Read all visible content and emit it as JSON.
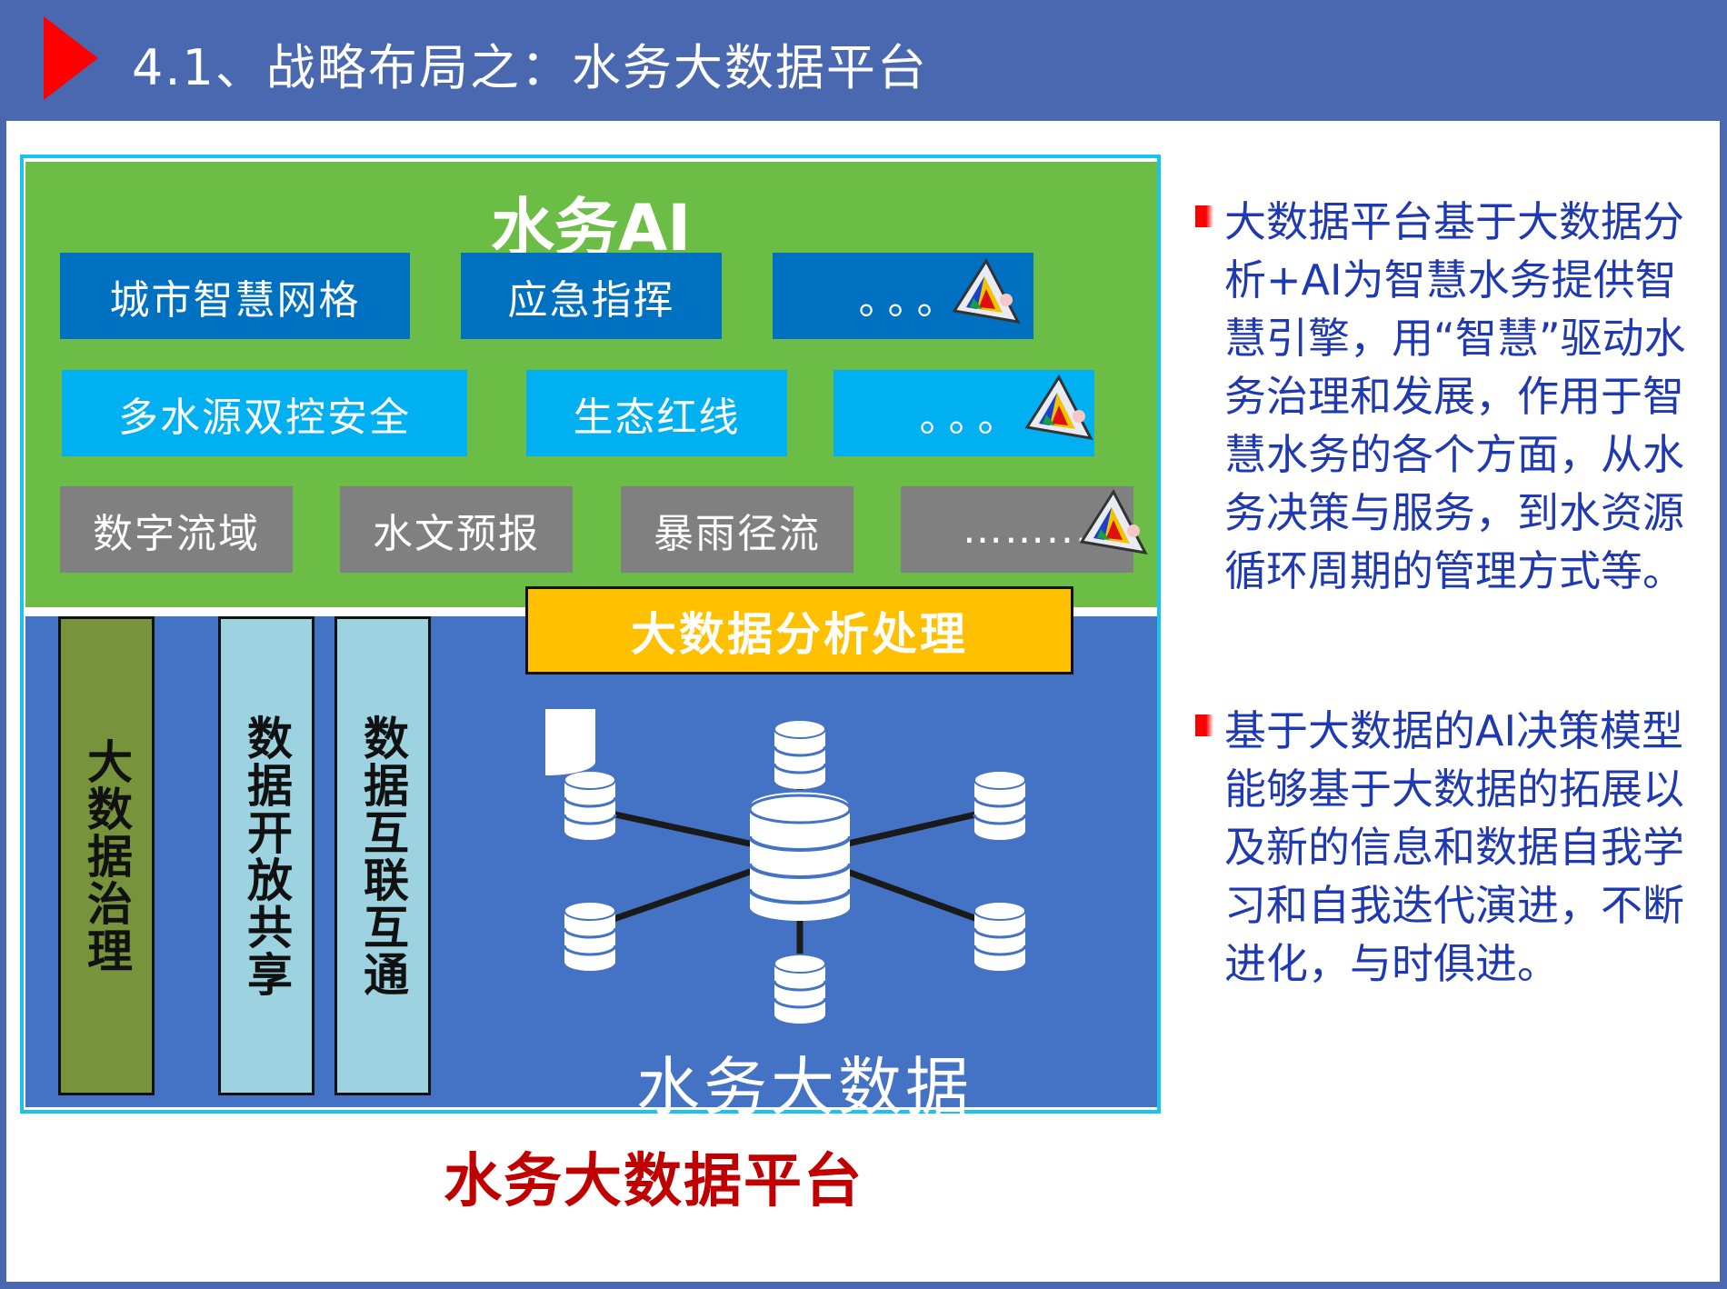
{
  "header": {
    "title": "4.1、战略布局之：水务大数据平台"
  },
  "ai": {
    "title": "水务AI",
    "row1": [
      "城市智慧网格",
      "应急指挥",
      "。。。"
    ],
    "row2": [
      "多水源双控安全",
      "生态红线",
      "。。。"
    ],
    "row3": [
      "数字流域",
      "水文预报",
      "暴雨径流",
      "……..."
    ]
  },
  "bigdata": {
    "analysis": "大数据分析处理",
    "title": "水务大数据",
    "bars": [
      "大数据治理",
      "数据开放共享",
      "数据互联互通"
    ]
  },
  "platform_label": "水务大数据平台",
  "bullets": [
    "大数据平台基于大数据分析+AI为智慧水务提供智慧引擎，用“智慧”驱动水务治理和发展，作用于智慧水务的各个方面，从水务决策与服务，到水资源循环周期的管理方式等。",
    "基于大数据的AI决策模型能够基于大数据的拓展以及新的信息和数据自我学习和自我迭代演进，不断进化，与时俱进。"
  ],
  "colors": {
    "header": "#4a68b0",
    "ai_bg": "#6cbd45",
    "bd_bg": "#4472c4",
    "accent_red": "#c00000",
    "bullet_text": "#1f39b0"
  }
}
